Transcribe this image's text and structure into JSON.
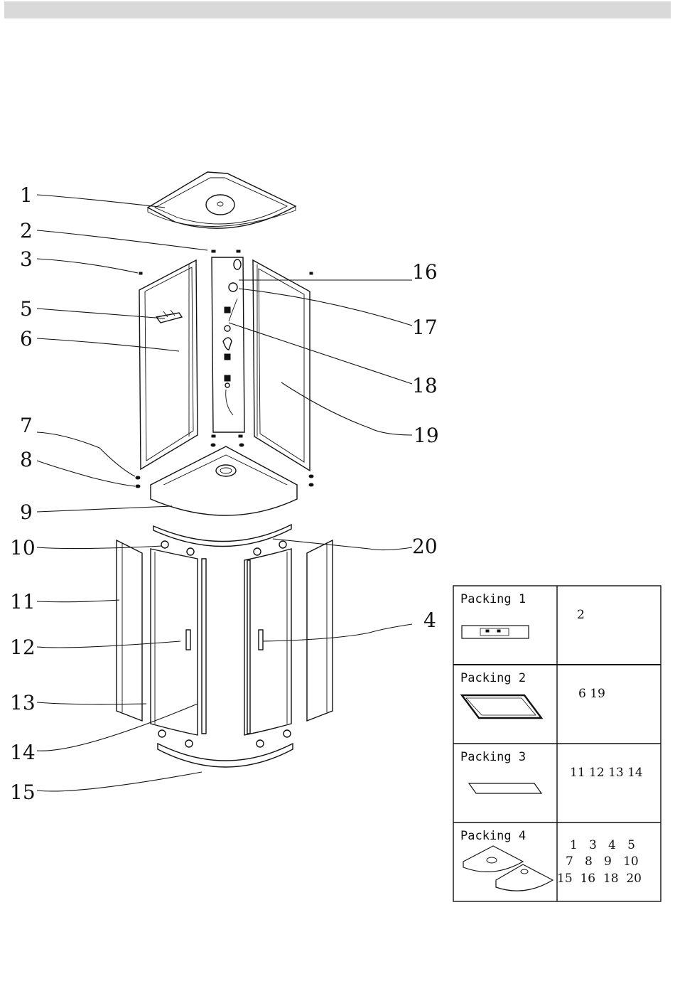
{
  "callouts": [
    "1",
    "2",
    "3",
    "5",
    "6",
    "7",
    "8",
    "9",
    "10",
    "11",
    "12",
    "13",
    "14",
    "15",
    "16",
    "17",
    "18",
    "19",
    "20",
    "4"
  ],
  "packing": [
    {
      "title": "Packing 1",
      "parts": [
        "2"
      ]
    },
    {
      "title": "Packing 2",
      "parts": [
        "6  19"
      ]
    },
    {
      "title": "Packing 3",
      "parts": [
        "11 12 13 14"
      ]
    },
    {
      "title": "Packing 4",
      "parts": [
        "1   3   4   5",
        "7   8   9   10",
        "15  16  18  20"
      ]
    }
  ]
}
